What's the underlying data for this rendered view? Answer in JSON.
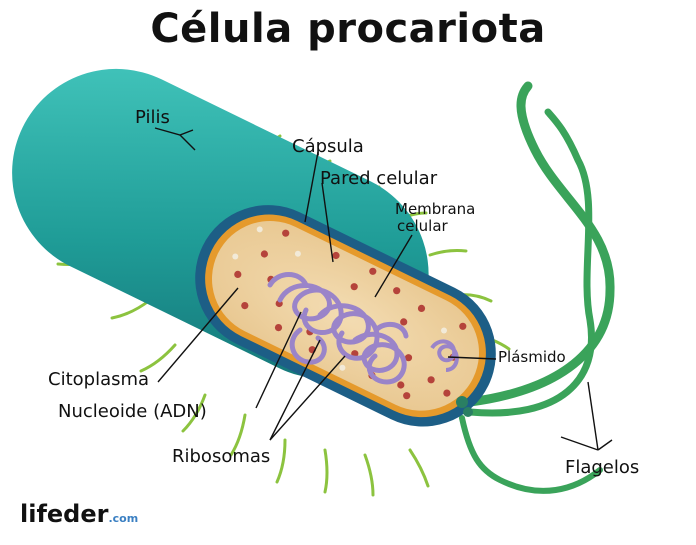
{
  "title": "Célula procariota",
  "labels": {
    "pilis": "Pilis",
    "capsula": "Cápsula",
    "pared": "Pared celular",
    "membrana_l1": "Membrana",
    "membrana_l2": "celular",
    "citoplasma": "Citoplasma",
    "nucleoide": "Nucleoide (ADN)",
    "ribosomas": "Ribosomas",
    "plasmido": "Plásmido",
    "flagelos": "Flagelos"
  },
  "logo": {
    "name": "lifeder",
    "suffix": ".com"
  },
  "colors": {
    "capsule": "#2aa6a0",
    "capsule_dark": "#167d7e",
    "wall": "#1d5e86",
    "membrane": "#e59a2c",
    "cytoplasm": "#eed3a4",
    "dna": "#9a84c9",
    "ribosome": "#b5433b",
    "pili": "#8cc33f",
    "flagella": "#3aa35a"
  }
}
